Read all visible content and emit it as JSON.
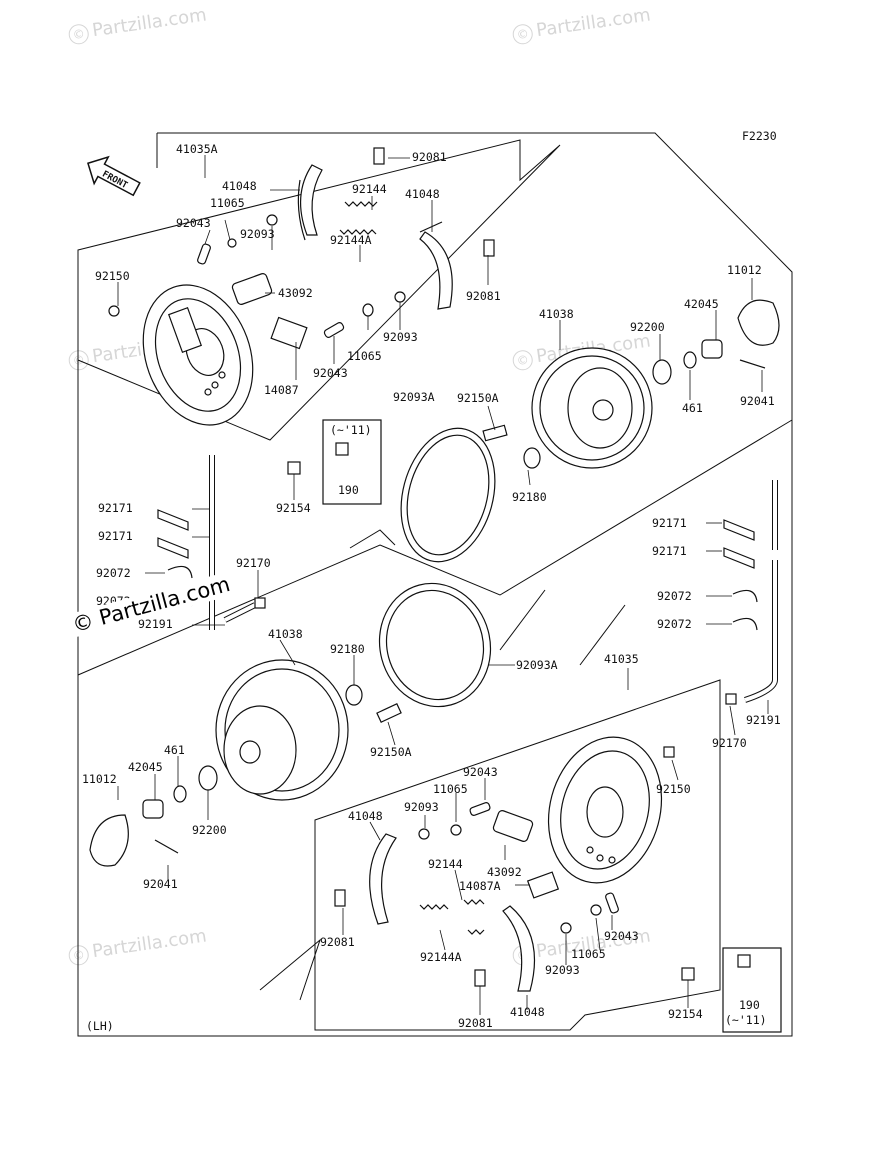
{
  "diagram_code": "F2230",
  "front_label": "FRONT",
  "side_label": "(LH)",
  "copyright": "© Partzilla.com",
  "watermark": "Partzilla.com",
  "rh_labels": {
    "assembly": "41035A",
    "shoe_a": "41048",
    "shoe_b": "41048",
    "clip_a": "92081",
    "clip_b": "92081",
    "spring_a": "92144",
    "spring_b": "92144A",
    "washer_a": "11065",
    "washer_b": "11065",
    "pin_a": "92043",
    "pin_b": "92043",
    "nut_a": "92093",
    "nut_b": "92093",
    "bolt": "92150",
    "cylinder": "43092",
    "plate": "14087",
    "bleeder": "92154",
    "model_note": "(~'11)",
    "note_part": "190",
    "hose_clip_a": "92171",
    "hose_clip_b": "92171",
    "clamp_a": "92072",
    "clamp_b": "92072",
    "clamp_c": "92170",
    "hose": "92191"
  },
  "center_labels": {
    "drum_rh": "41038",
    "seal_rh": "92093A",
    "stud_rh": "92150A",
    "oring_rh": "92180",
    "washer_rh": "92200",
    "collar_rh": "461",
    "nut_rh": "42045",
    "cap_rh": "11012",
    "cotter_rh": "92041",
    "drum_lh": "41038",
    "oring_lh": "92180",
    "seal_lh": "92093A",
    "stud_lh": "92150A"
  },
  "lh_labels": {
    "assembly": "41035",
    "hose_clip_a": "92171",
    "hose_clip_b": "92171",
    "clamp_a": "92072",
    "clamp_b": "92072",
    "hose": "92191",
    "clamp_c": "92170",
    "bolt": "92150",
    "collar": "461",
    "nut": "42045",
    "cap": "11012",
    "washer": "92200",
    "cotter": "92041",
    "pin_a": "92043",
    "washer_a": "11065",
    "nut_a": "92093",
    "shoe_a": "41048",
    "spring_a": "92144",
    "cylinder": "43092",
    "plate": "14087A",
    "clip_a": "92081",
    "spring_b": "92144A",
    "pin_b": "92043",
    "washer_b": "11065",
    "nut_b": "92093",
    "shoe_b": "41048",
    "clip_b": "92081",
    "bleeder": "92154",
    "note_part": "190",
    "model_note": "(~'11)"
  }
}
